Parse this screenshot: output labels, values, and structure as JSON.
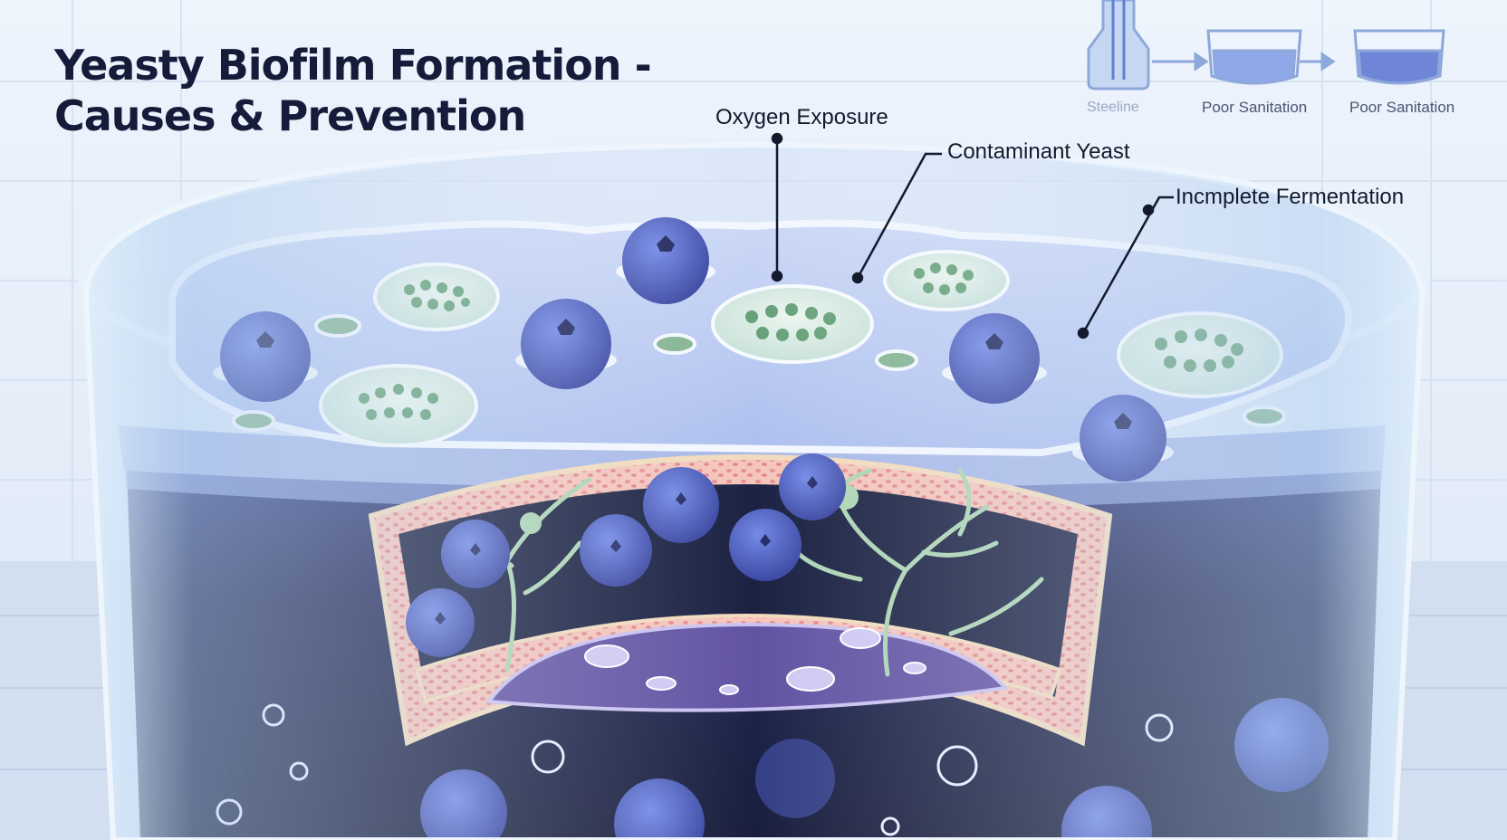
{
  "title": {
    "line1": "Yeasty Biofilm Formation -",
    "line2": "Causes & Prevention"
  },
  "callouts": {
    "oxygen": "Oxygen Exposure",
    "contaminant": "Contaminant Yeast",
    "fermentation": "Incmplete Fermentation"
  },
  "process_steps": [
    {
      "label": "Steeline"
    },
    {
      "label": "Poor Sanitation"
    },
    {
      "label": "Poor Sanitation"
    }
  ],
  "colors": {
    "background": "#e9f1fb",
    "liquid_dark": "#101638",
    "blueberry": "#3d4fb0",
    "biofilm_green": "#5e9c72",
    "tissue_pink": "#e89a9a"
  }
}
